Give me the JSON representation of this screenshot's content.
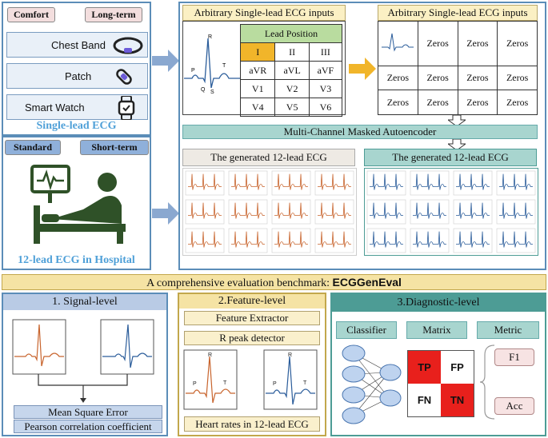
{
  "top_left": {
    "tags": {
      "comfort": "Comfort",
      "long_term": "Long-term",
      "standard": "Standard",
      "short_term": "Short-term"
    },
    "devices": [
      "Chest Band",
      "Patch",
      "Smart Watch"
    ],
    "single_lead_caption": "Single-lead ECG",
    "hospital_caption": "12-lead ECG in Hospital"
  },
  "inputs": {
    "title_left": "Arbitrary Single-lead ECG inputs",
    "title_right": "Arbitrary Single-lead ECG inputs",
    "lead_position_header": "Lead Position",
    "leads": [
      [
        "I",
        "II",
        "III"
      ],
      [
        "aVR",
        "aVL",
        "aVF"
      ],
      [
        "V1",
        "V2",
        "V3"
      ],
      [
        "V4",
        "V5",
        "V6"
      ]
    ],
    "ecg_points": {
      "p": "P",
      "q": "Q",
      "r": "R",
      "s": "S",
      "t": "T"
    },
    "zeros_label": "Zeros"
  },
  "mae_label": "Multi-Channel Masked Autoencoder",
  "generated": {
    "left_title": "The generated 12-lead ECG",
    "right_title": "The generated 12-lead ECG"
  },
  "benchmark": {
    "prefix": "A comprehensive evaluation benchmark: ",
    "name": "ECGGenEval"
  },
  "signal_level": {
    "title": "1. Signal-level",
    "metrics": [
      "Mean Square Error",
      "Pearson correlation coefficient"
    ]
  },
  "feature_level": {
    "title": "2.Feature-level",
    "extractor": "Feature Extractor",
    "detector": "R peak detector",
    "heart_rates": "Heart rates in 12-lead ECG"
  },
  "diagnostic_level": {
    "title": "3.Diagnostic-level",
    "classifier": "Classifier",
    "matrix": "Matrix",
    "metric": "Metric",
    "tp": "TP",
    "fp": "FP",
    "fn": "FN",
    "tn": "TN",
    "f1": "F1",
    "acc": "Acc"
  },
  "colors": {
    "orange_ecg": "#c8642d",
    "blue_ecg": "#2a5c9a",
    "red_cell": "#e8201c",
    "teal_border": "#4d9c95",
    "selected_lead": "#f1b52a"
  }
}
